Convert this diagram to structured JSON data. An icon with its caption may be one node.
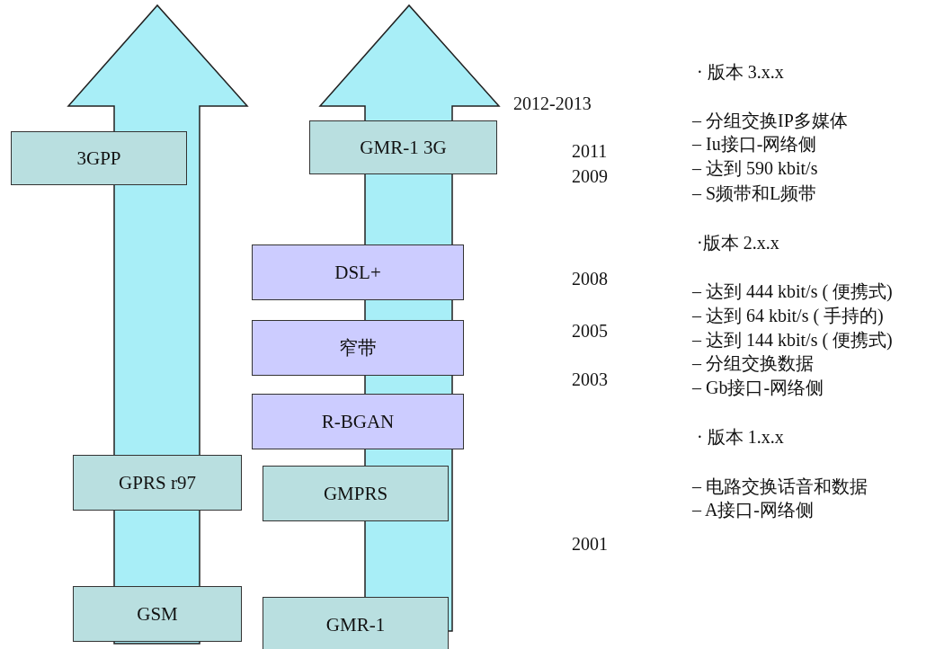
{
  "diagram": {
    "nodes": [
      {
        "text": [
          "3GPP"
        ]
      },
      {
        "text": [
          "GPRS r97"
        ]
      },
      {
        "text": [
          "GSM"
        ]
      },
      {
        "text": [
          "GMR-1 3G"
        ]
      },
      {
        "text": [
          "DSL+"
        ]
      },
      {
        "text": [
          "窄带"
        ]
      },
      {
        "text": [
          "R-BGAN"
        ]
      },
      {
        "text": [
          "GMPRS"
        ]
      },
      {
        "text": [
          "GMR-1"
        ]
      }
    ],
    "edges": [],
    "labels": [
      "· 版本 3.x.x",
      "2012-2013",
      "– 分组交换IP多媒体",
      "– Iu接口-网络侧",
      "2011",
      "– 达到 590 kbit/s",
      "2009",
      "– S频带和L频带",
      "·版本 2.x.x",
      "2008",
      "– 达到 444 kbit/s ( 便携式)",
      "– 达到 64 kbit/s ( 手持的)",
      "2005",
      "– 达到 144 kbit/s ( 便携式)",
      "– 分组交换数据",
      "2003",
      "– Gb接口-网络侧",
      "· 版本 1.x.x",
      "– 电路交换话音和数据",
      "– A接口-网络侧",
      "2001"
    ]
  }
}
